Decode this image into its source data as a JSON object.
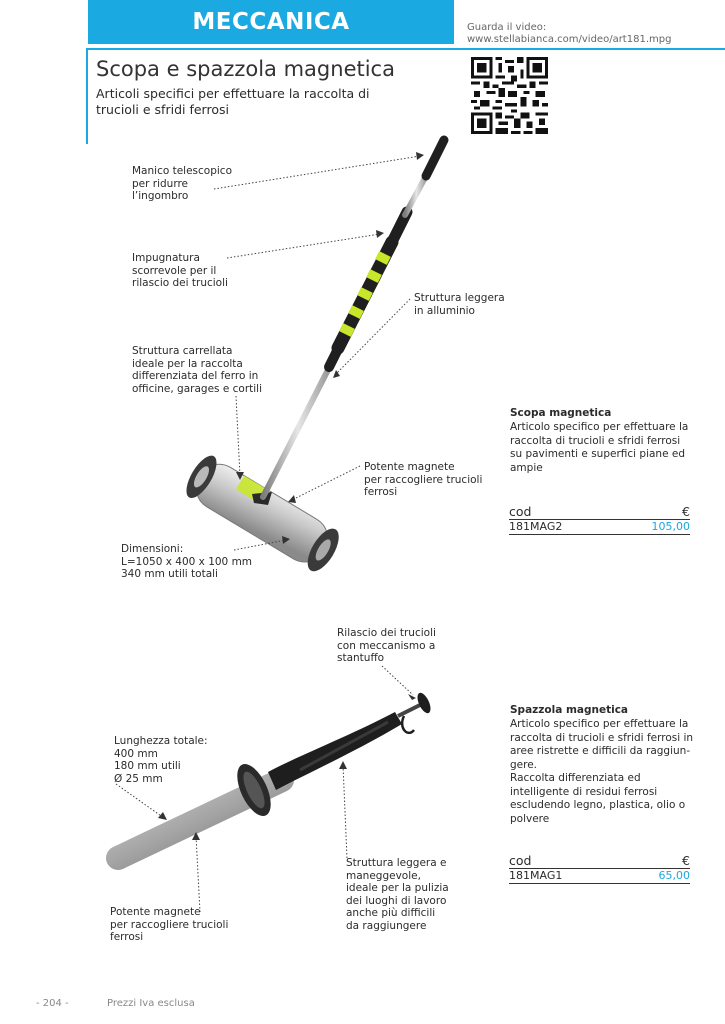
{
  "header": {
    "category": "MECCANICA",
    "video_label": "Guarda il video:",
    "video_url": "www.stellabianca.com/video/art181.mpg"
  },
  "title": "Scopa e spazzola magnetica",
  "subtitle": "Articoli specifici per effettuare la raccolta di trucioli e sfridi ferrosi",
  "broom": {
    "callouts": {
      "handle": "Manico telescopico\nper ridurre\nl’ingombro",
      "grip": "Impugnatura\nscorrevole per il\nrilascio dei trucioli",
      "structure": "Struttura leggera\nin alluminio",
      "wheels": "Struttura carrellata\nideale per la raccolta\ndifferenziata del ferro in\nofficine, garages e cortili",
      "magnet": "Potente magnete\nper raccogliere trucioli\nferrosi",
      "dimensions": "Dimensioni:\nL=1050 x 400 x 100 mm\n340 mm utili totali"
    },
    "product": {
      "name": "Scopa magnetica",
      "description": "Articolo specifico per effettuare la raccolta di trucioli e sfridi ferrosi su pavimenti e superfici piane ed ampie",
      "col_code": "cod",
      "col_price": "€",
      "code": "181MAG2",
      "price": "105,00"
    }
  },
  "brush": {
    "callouts": {
      "release": "Rilascio dei trucioli\ncon meccanismo a\nstantuffo",
      "length": "Lunghezza totale:\n400 mm\n180 mm utili\nØ 25 mm",
      "structure": "Struttura leggera e\nmaneggevole,\nideale per la pulizia\ndei luoghi di lavoro\nanche più difficili\nda raggiungere",
      "magnet": "Potente magnete\nper raccogliere trucioli\nferrosi"
    },
    "product": {
      "name": "Spazzola magnetica",
      "description": "Articolo specifico per effettuare la raccolta di trucioli e sfridi ferrosi in aree ristrette e difficili da raggiun-gere.\nRaccolta differenziata ed intelligente di residui ferrosi escludendo legno, plastica, olio o polvere",
      "col_code": "cod",
      "col_price": "€",
      "code": "181MAG1",
      "price": "65,00"
    }
  },
  "footer": {
    "page": "- 204 -",
    "note": "Prezzi Iva esclusa"
  },
  "colors": {
    "accent": "#1aa9e0",
    "lime": "#c8e62a"
  }
}
